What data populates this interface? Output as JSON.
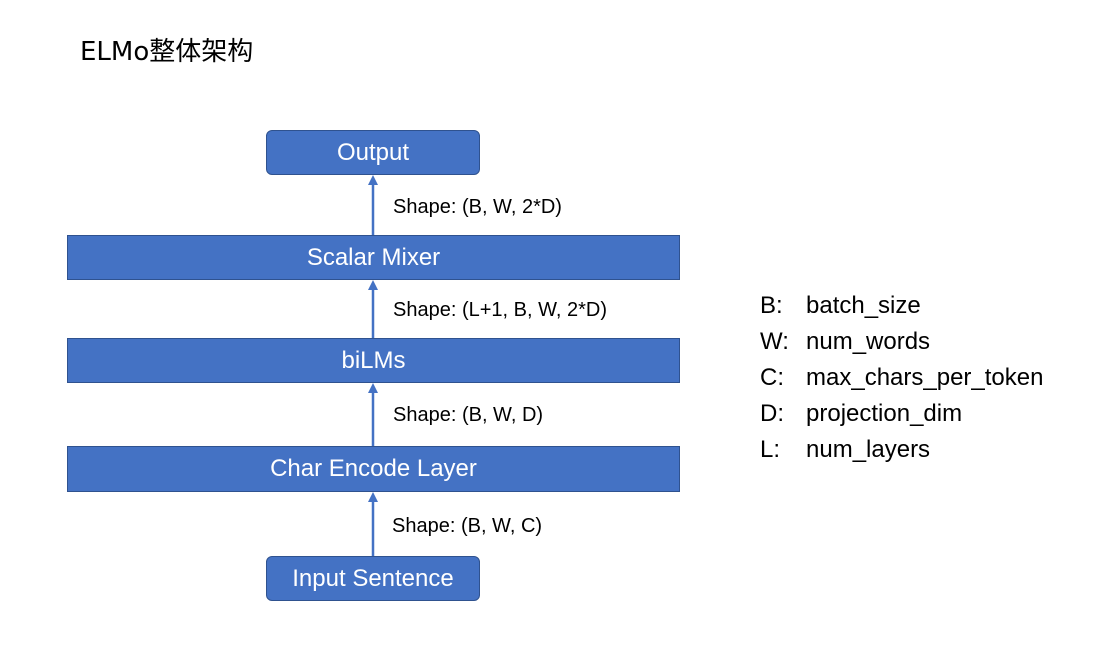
{
  "title": "ELMo整体架构",
  "boxes": {
    "output": "Output",
    "scalar_mixer": "Scalar Mixer",
    "bilms": "biLMs",
    "char_encode": "Char Encode Layer",
    "input_sentence": "Input Sentence"
  },
  "shapes": {
    "output_in": "Shape: (B, W, 2*D)",
    "mixer_in": "Shape: (L+1, B, W, 2*D)",
    "bilms_in": "Shape: (B, W, D)",
    "char_in": "Shape: (B, W, C)"
  },
  "legend": [
    {
      "key": "B:",
      "value": "batch_size"
    },
    {
      "key": "W:",
      "value": "num_words"
    },
    {
      "key": "C:",
      "value": "max_chars_per_token"
    },
    {
      "key": "D:",
      "value": "projection_dim"
    },
    {
      "key": "L:",
      "value": "num_layers"
    }
  ],
  "colors": {
    "box_fill": "#4472C4",
    "box_border": "#2F528F",
    "arrow": "#4472C4"
  }
}
